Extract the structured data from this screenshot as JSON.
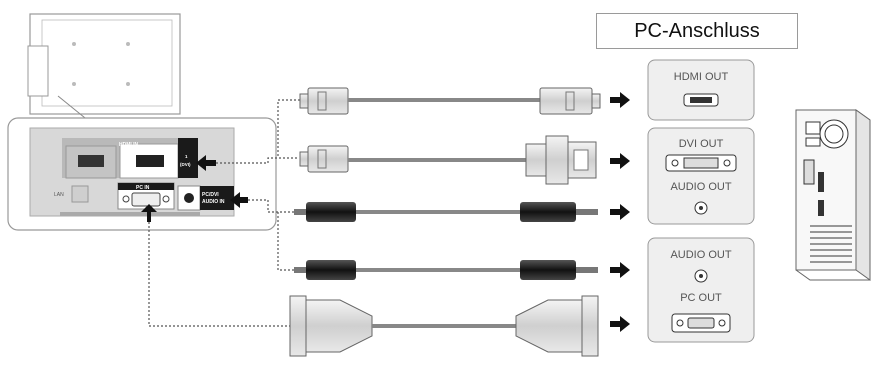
{
  "title": "PC-Anschluss",
  "tv_panel": {
    "hdmi_in_label": "HDMI IN",
    "dvi_tag": "(DVI)",
    "dvi_num": "1",
    "pc_in_label": "PC IN",
    "pc_dvi_audio_line1": "PC/DVI",
    "pc_dvi_audio_line2": "AUDIO IN",
    "lan_label": "LAN"
  },
  "pc_side": {
    "group1_hdmi_out": "HDMI OUT",
    "group2_dvi_out": "DVI OUT",
    "group2_audio_out": "AUDIO OUT",
    "group3_audio_out": "AUDIO OUT",
    "group3_pc_out": "PC OUT"
  },
  "cables": [
    "hdmi-hdmi",
    "hdmi-dvi",
    "audio-3.5mm",
    "audio-3.5mm",
    "d-sub"
  ],
  "colors": {
    "line": "#555555",
    "panel": "#dcdcdc",
    "box": "#efefef",
    "dark": "#1a1a1a"
  }
}
